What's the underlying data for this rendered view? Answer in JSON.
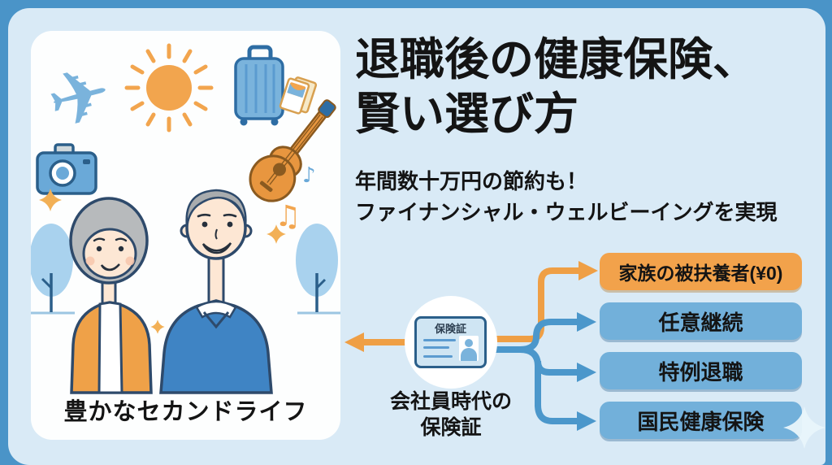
{
  "colors": {
    "frame_blue": "#4a94c8",
    "bg_light": "#d9eaf6",
    "card_white": "#fdfefe",
    "box_orange": "#f2a24b",
    "box_blue": "#72b0da",
    "arrow_orange": "#ef9f45",
    "arrow_blue": "#4b97cb",
    "text_dark": "#141414",
    "navy": "#2b5f8a",
    "ins_fill": "#cfe5f3"
  },
  "header": {
    "title_line1": "退職後の健康保険、",
    "title_line2": "賢い選び方",
    "subtitle_line1": "年間数十万円の節約も！",
    "subtitle_line2": "ファイナンシャル・ウェルビーイングを実現"
  },
  "illustration": {
    "caption": "豊かなセカンドライフ",
    "icons": [
      "airplane-icon",
      "sun-icon",
      "suitcase-icon",
      "tickets-icon",
      "camera-icon",
      "guitar-icon",
      "music-notes-icon",
      "sparkle-icon",
      "tree-icon",
      "elderly-couple"
    ]
  },
  "diagram": {
    "source": {
      "card_title": "保険証",
      "label_line1": "会社員時代の",
      "label_line2": "保険証"
    },
    "options": [
      {
        "label": "家族の被扶養者(¥0)",
        "highlight": true
      },
      {
        "label": "任意継続",
        "highlight": false
      },
      {
        "label": "特例退職",
        "highlight": false
      },
      {
        "label": "国民健康保険",
        "highlight": false
      }
    ]
  }
}
